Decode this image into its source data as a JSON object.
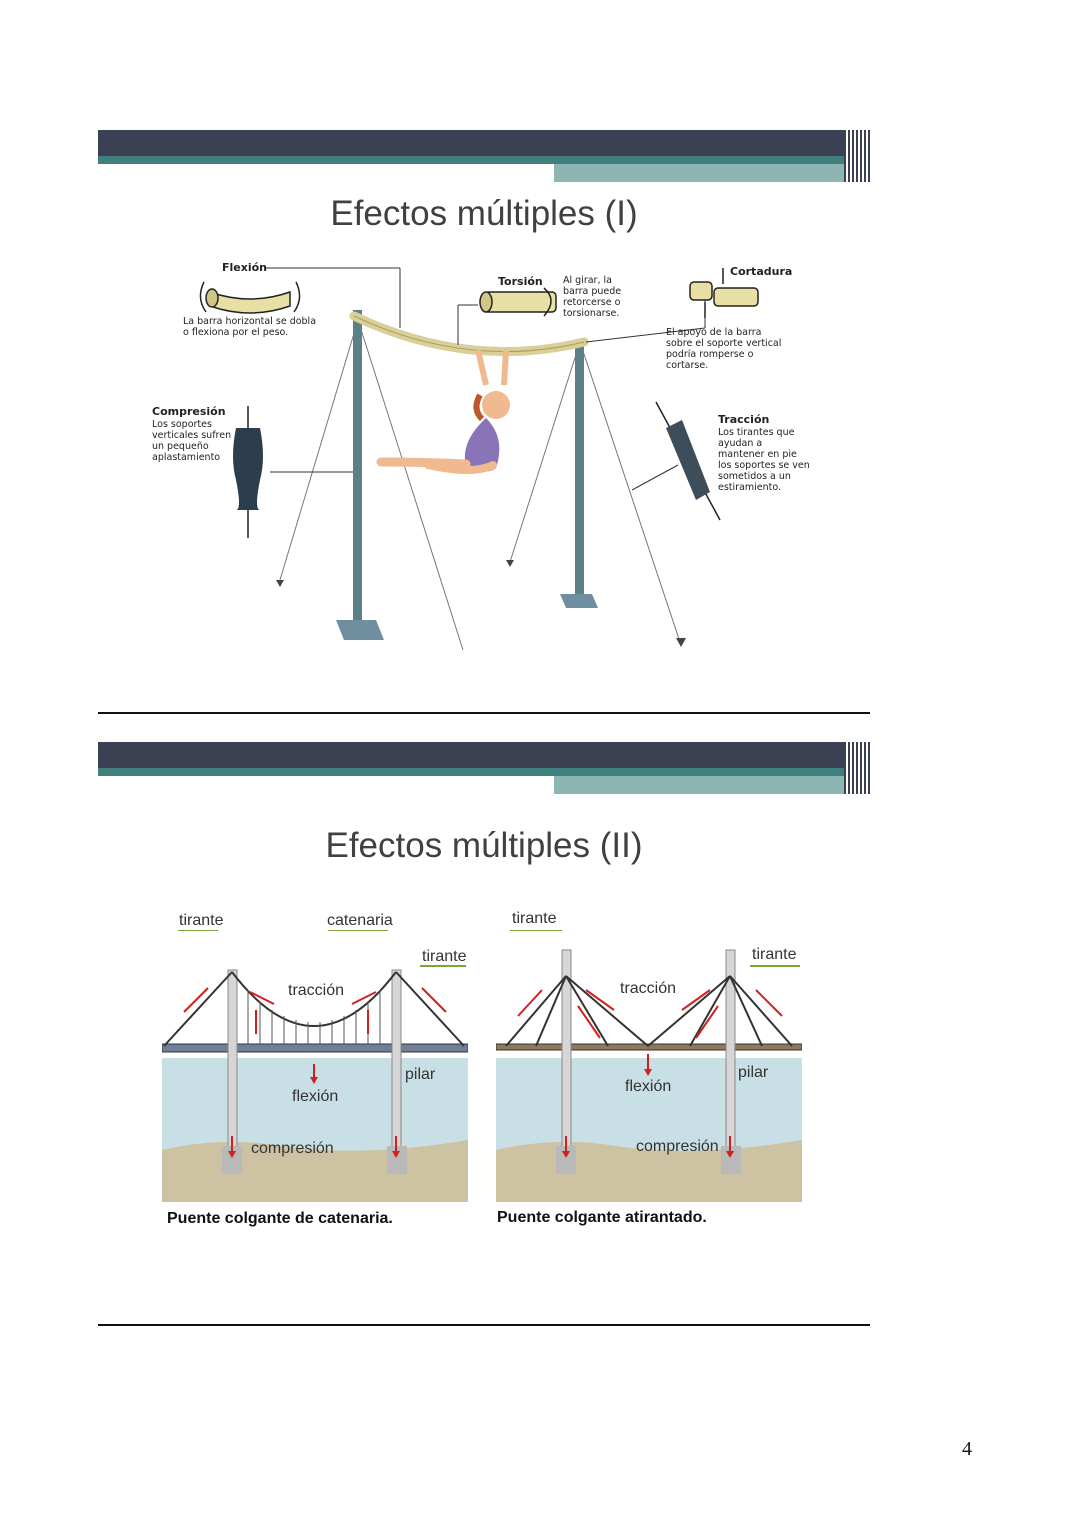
{
  "slide1": {
    "title": "Efectos múltiples (I)",
    "flexion_title": "Flexión",
    "flexion_text": "La barra horizontal se dobla o flexiona por el peso.",
    "torsion_title": "Torsión",
    "torsion_text": "Al girar, la barra puede retorcerse o torsionarse.",
    "cortadura_title": "Cortadura",
    "cortadura_text": "El apoyo de la barra sobre el soporte vertical podría romperse o cortarse.",
    "compresion_title": "Compresión",
    "compresion_text": "Los soportes verticales sufren un pequeño aplastamiento",
    "traccion_title": "Tracción",
    "traccion_text": "Los tirantes que ayudan a mantener en pie los soportes se ven sometidos a un estiramiento."
  },
  "slide2": {
    "title": "Efectos múltiples (II)",
    "left": {
      "tirante1": "tirante",
      "catenaria": "catenaria",
      "tirante2": "tirante",
      "traccion": "tracción",
      "pilar": "pilar",
      "flexion": "flexión",
      "compresion": "compresión",
      "caption": "Puente colgante de catenaria."
    },
    "right": {
      "tirante1": "tirante",
      "tirante2": "tirante",
      "traccion": "tracción",
      "pilar": "pilar",
      "flexion": "flexión",
      "compresion": "compresión",
      "caption": "Puente colgante atirantado."
    }
  },
  "page_number": "4",
  "colors": {
    "header_dark": "#3b4152",
    "header_teal": "#3f7f7e",
    "header_light": "#8cb5b4",
    "arrow_red": "#d22020",
    "water": "#c9dfe6"
  }
}
